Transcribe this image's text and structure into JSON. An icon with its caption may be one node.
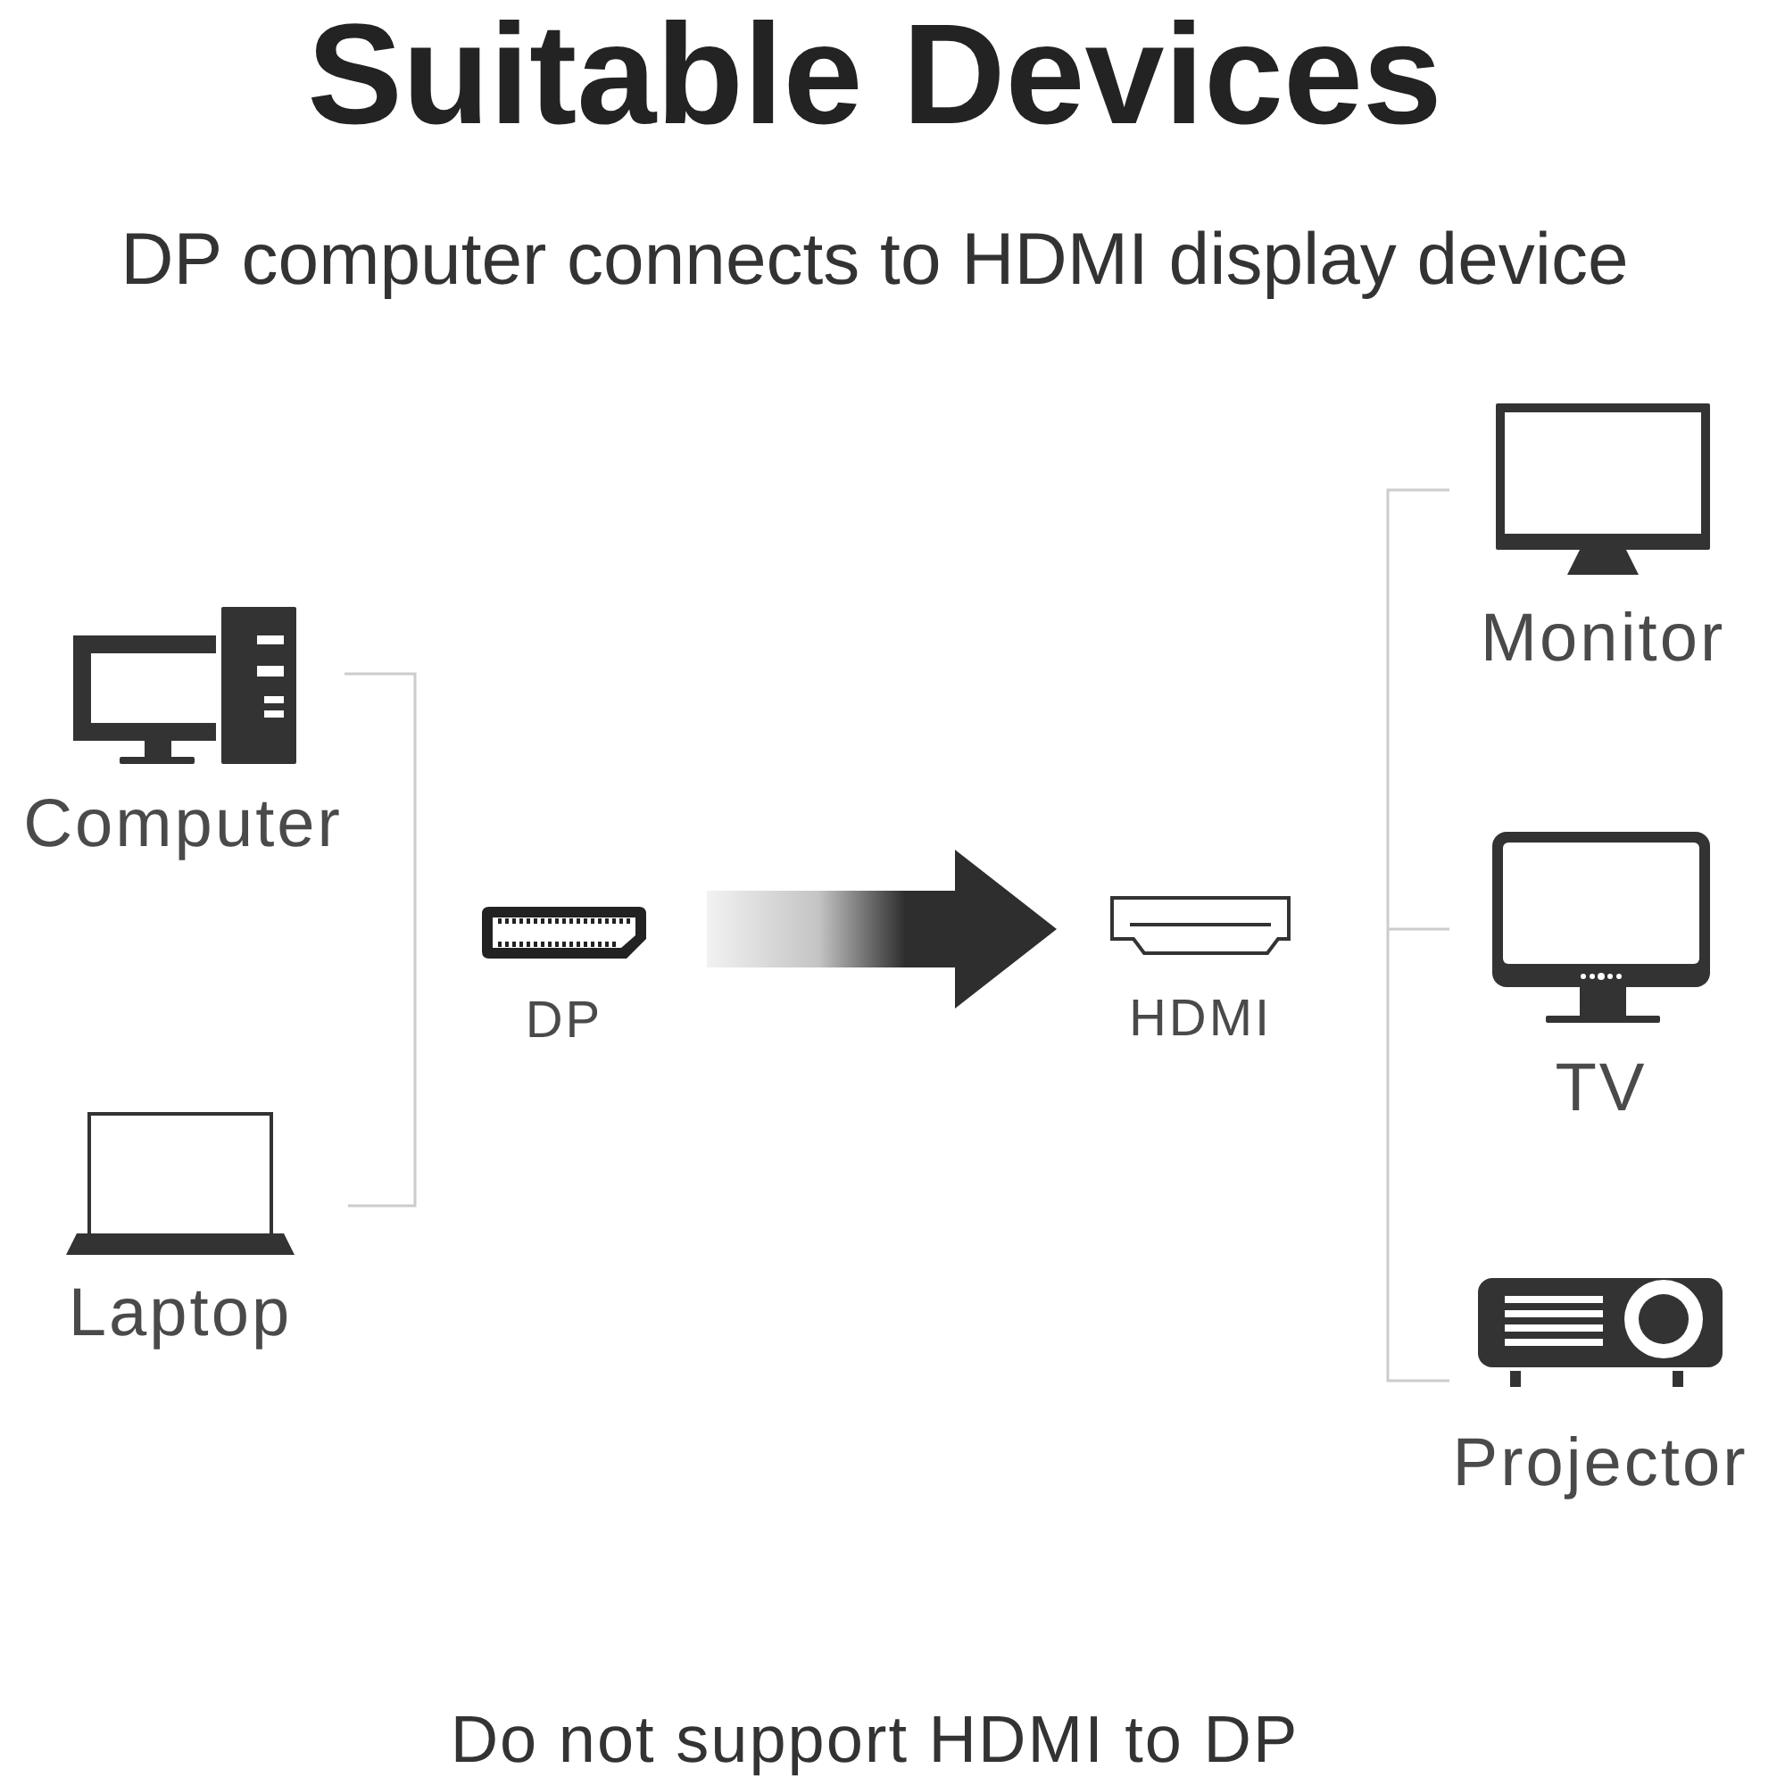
{
  "diagram": {
    "title": "Suitable Devices",
    "nodes": [
      {
        "text": [
          "Computer"
        ]
      },
      {
        "text": [
          "Laptop"
        ]
      },
      {
        "text": [
          "DP"
        ]
      },
      {
        "text": [
          "HDMI"
        ]
      },
      {
        "text": [
          "Monitor"
        ]
      },
      {
        "text": [
          "TV"
        ]
      },
      {
        "text": [
          "Projector"
        ]
      }
    ],
    "edges": [
      {
        "from": 2,
        "to": 3,
        "arrow": "to",
        "style": "thick"
      }
    ],
    "labels": [
      "DP computer connects to HDMI display device",
      "Do not support HDMI to DP"
    ]
  }
}
